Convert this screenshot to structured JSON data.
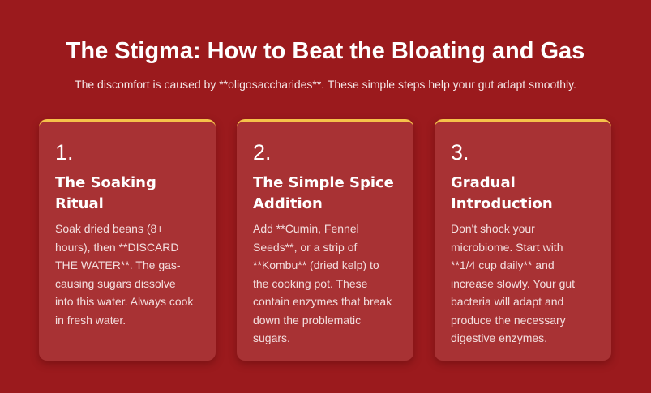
{
  "header": {
    "title": "The Stigma: How to Beat the Bloating and Gas",
    "subtitle": "The discomfort is caused by **oligosaccharides**. These simple steps help your gut adapt smoothly."
  },
  "cards": [
    {
      "number": "1.",
      "title": "The Soaking Ritual",
      "body": "Soak dried beans (8+ hours), then **DISCARD THE WATER**. The gas-causing sugars dissolve into this water. Always cook in fresh water."
    },
    {
      "number": "2.",
      "title": "The Simple Spice Addition",
      "body": "Add **Cumin, Fennel Seeds**, or a strip of **Kombu** (dried kelp) to the cooking pot. These contain enzymes that break down the problematic sugars."
    },
    {
      "number": "3.",
      "title": "Gradual Introduction",
      "body": "Don't shock your microbiome. Start with **1/4 cup daily** and increase slowly. Your gut bacteria will adapt and produce the necessary digestive enzymes."
    }
  ],
  "colors": {
    "background": "#9b1a1d",
    "card": "#a83234",
    "accent": "#f5c24a"
  }
}
